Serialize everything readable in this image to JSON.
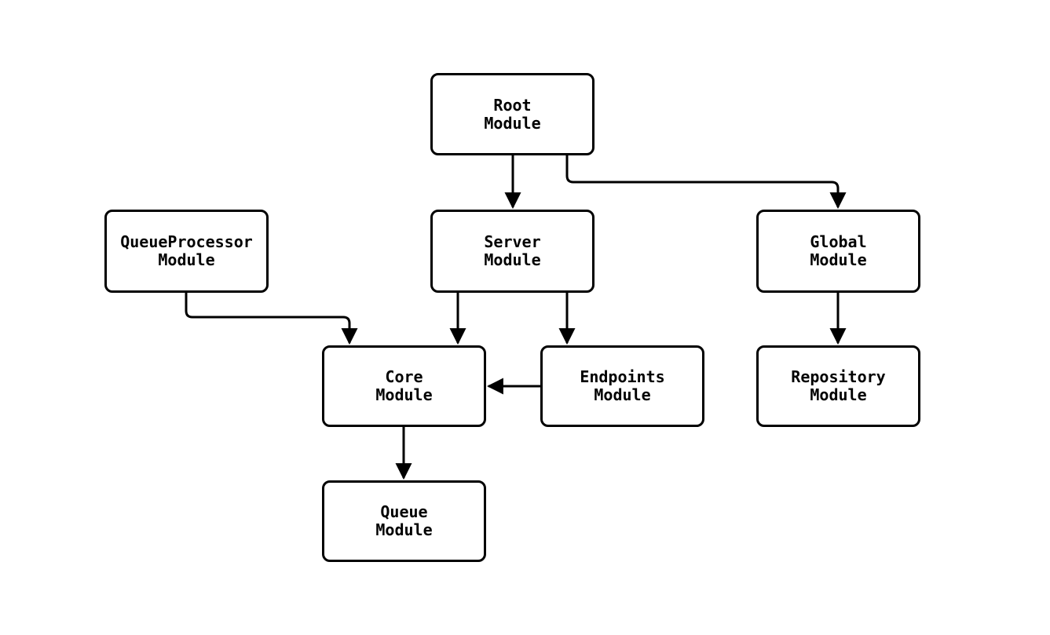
{
  "diagram": {
    "type": "module-dependency-flowchart",
    "background_color": "#ffffff",
    "stroke_color": "#000000",
    "text_color": "#000000",
    "nodes": [
      {
        "id": "root",
        "label": "Root\nModule"
      },
      {
        "id": "queueprocessor",
        "label": "QueueProcessor\nModule"
      },
      {
        "id": "server",
        "label": "Server\nModule"
      },
      {
        "id": "global",
        "label": "Global\nModule"
      },
      {
        "id": "core",
        "label": "Core\nModule"
      },
      {
        "id": "endpoints",
        "label": "Endpoints\nModule"
      },
      {
        "id": "repository",
        "label": "Repository\nModule"
      },
      {
        "id": "queue",
        "label": "Queue\nModule"
      }
    ],
    "edges": [
      {
        "from": "Root Module",
        "to": "Server Module"
      },
      {
        "from": "Root Module",
        "to": "Global Module"
      },
      {
        "from": "QueueProcessor Module",
        "to": "Core Module"
      },
      {
        "from": "Server Module",
        "to": "Core Module"
      },
      {
        "from": "Server Module",
        "to": "Endpoints Module"
      },
      {
        "from": "Endpoints Module",
        "to": "Core Module"
      },
      {
        "from": "Global Module",
        "to": "Repository Module"
      },
      {
        "from": "Core Module",
        "to": "Queue Module"
      }
    ]
  }
}
